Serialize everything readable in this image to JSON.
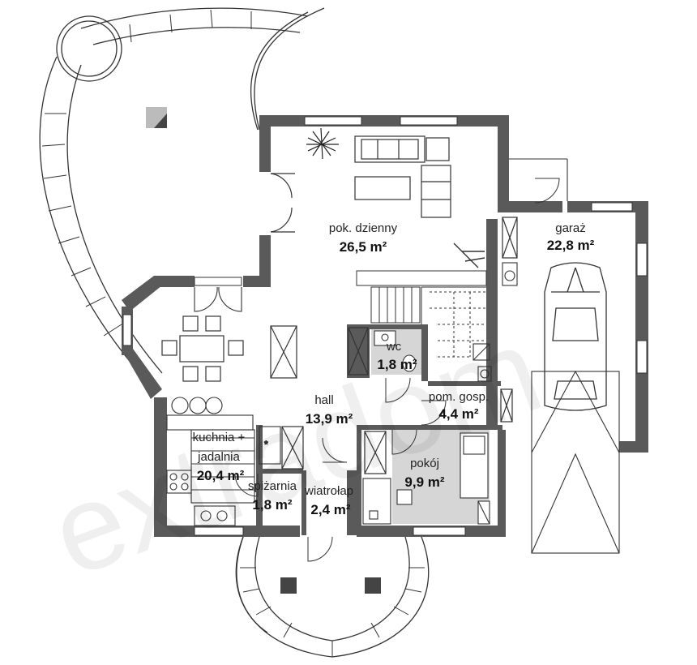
{
  "watermark": "extradom",
  "rooms": {
    "pok_dzienny": {
      "name": "pok. dzienny",
      "area": "26,5 m²"
    },
    "garaz": {
      "name": "garaż",
      "area": "22,8 m²"
    },
    "wc": {
      "name": "wc",
      "area": "1,8 m²"
    },
    "hall": {
      "name": "hall",
      "area": "13,9 m²"
    },
    "pom_gosp": {
      "name": "pom. gosp.",
      "area": "4,4 m²"
    },
    "kuchnia": {
      "name": "kuchnia +",
      "name2": "jadalnia",
      "area": "20,4 m²"
    },
    "pokoj": {
      "name": "pokój",
      "area": "9,9 m²"
    },
    "spizarnia": {
      "name": "spiżarnia",
      "area": "1,8 m²"
    },
    "wiatrolap": {
      "name": "wiatrołap",
      "area": "2,4 m²"
    }
  },
  "colors": {
    "wall": "#5a5a5a",
    "floor_gray": "#d6d6d6",
    "line": "#333333"
  }
}
